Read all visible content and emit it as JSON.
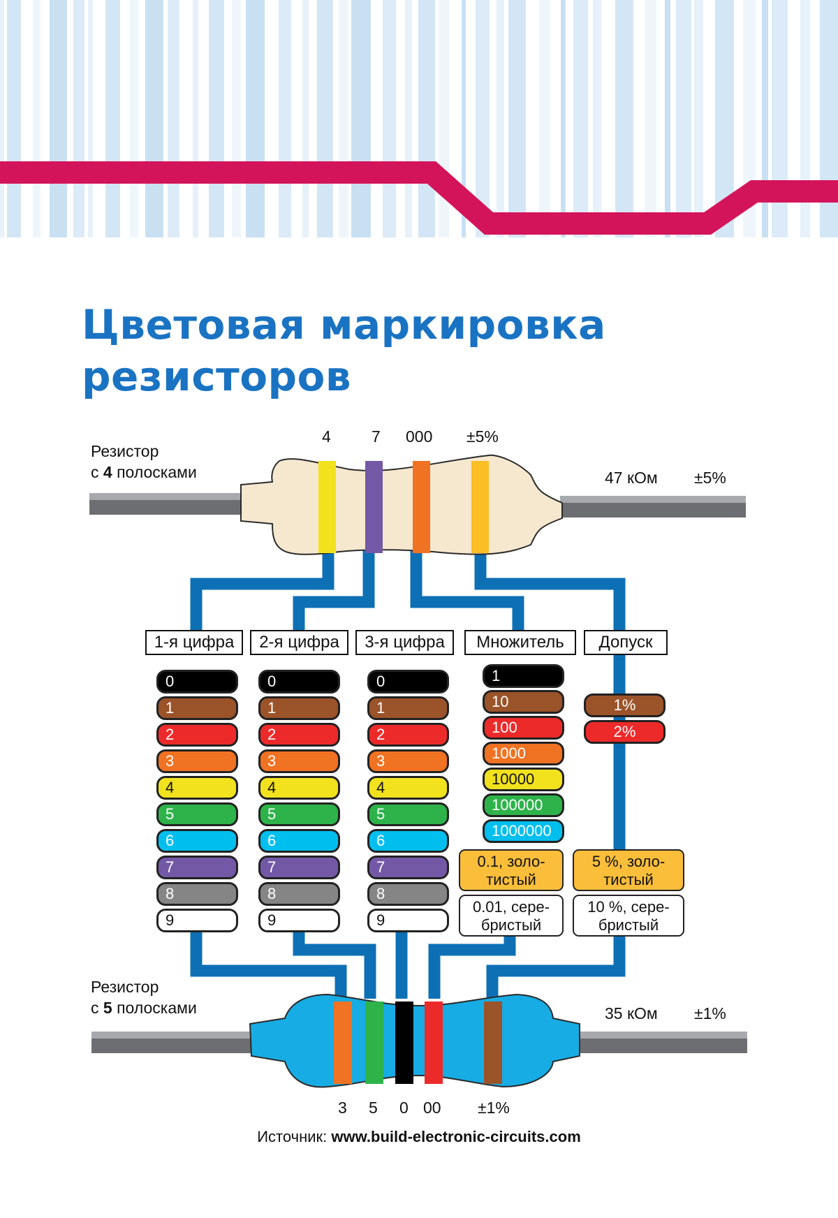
{
  "title": {
    "line1": "Цветовая маркировка",
    "line2": "резисторов"
  },
  "resistor4": {
    "label_line1": "Резистор",
    "label_line2_prefix": "с",
    "label_line2_num": "4",
    "label_line2_suffix": "полосками",
    "band_values": [
      "4",
      "7",
      "000",
      "±5%"
    ],
    "value": "47 кОм",
    "tolerance": "±5%",
    "body_color": "#f6e8cf",
    "bands": [
      "#f2e21e",
      "#7358a6",
      "#f07223",
      "#fbbe25"
    ]
  },
  "resistor5": {
    "label_line1": "Резистор",
    "label_line2_prefix": "с",
    "label_line2_num": "5",
    "label_line2_suffix": "полосками",
    "band_values": [
      "3",
      "5",
      "0",
      "00",
      "±1%"
    ],
    "value": "35 кОм",
    "tolerance": "±1%",
    "body_color": "#17ace4",
    "bands": [
      "#f07223",
      "#2db34a",
      "#000000",
      "#ed2a2a",
      "#9b5329"
    ]
  },
  "columns": {
    "digit1": "1-я цифра",
    "digit2": "2-я цифра",
    "digit3": "3-я цифра",
    "multiplier": "Множитель",
    "tolerance": "Допуск"
  },
  "digits": [
    "0",
    "1",
    "2",
    "3",
    "4",
    "5",
    "6",
    "7",
    "8",
    "9"
  ],
  "digit_colors": [
    "#000000",
    "#9b5329",
    "#ed2a2a",
    "#f07223",
    "#f2e21e",
    "#2db34a",
    "#00bfef",
    "#7358a6",
    "#858585",
    "#ffffff"
  ],
  "digit_text_colors": [
    "#ffffff",
    "#ffffff",
    "#ffffff",
    "#ffffff",
    "#111111",
    "#ffffff",
    "#ffffff",
    "#ffffff",
    "#ffffff",
    "#111111"
  ],
  "multipliers": [
    "1",
    "10",
    "100",
    "1000",
    "10000",
    "100000",
    "1000000"
  ],
  "multiplier_colors": [
    "#000000",
    "#9b5329",
    "#ed2a2a",
    "#f07223",
    "#f2e21e",
    "#2db34a",
    "#00bfef"
  ],
  "multiplier_text_colors": [
    "#ffffff",
    "#ffffff",
    "#ffffff",
    "#ffffff",
    "#111111",
    "#ffffff",
    "#ffffff"
  ],
  "tolerances": [
    "1%",
    "2%"
  ],
  "tolerance_colors": [
    "#9b5329",
    "#ed2a2a"
  ],
  "special": {
    "mult_gold": [
      "0.1, золо-",
      "тистый"
    ],
    "mult_silver": [
      "0.01, сере-",
      "бристый"
    ],
    "tol_gold": [
      "5 %, золо-",
      "тистый"
    ],
    "tol_silver": [
      "10 %, сере-",
      "бристый"
    ],
    "gold_color": "#fbbe3a",
    "silver_color": "#ffffff"
  },
  "source": {
    "prefix": "Источник:",
    "url": "www.build-electronic-circuits.com"
  },
  "colors": {
    "accent": "#d4145a",
    "wire": "#0d70b5",
    "title": "#1a73c2",
    "lead": "#6d6e71"
  }
}
